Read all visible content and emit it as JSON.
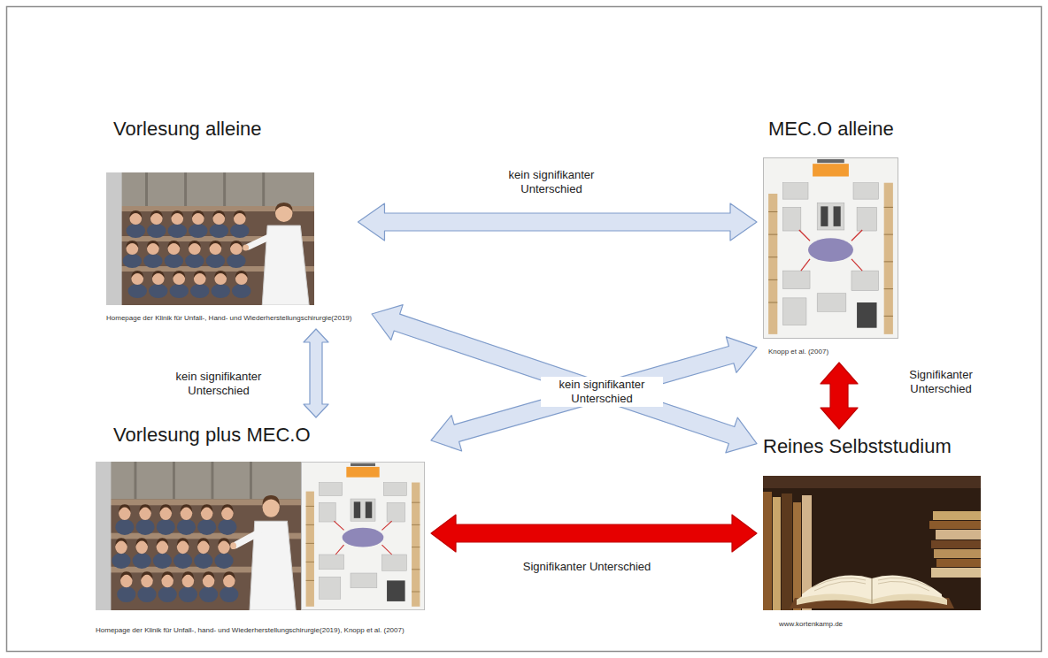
{
  "diagram": {
    "nodes": [
      {
        "text": [
          "Vorlesung alleine",
          "Homepage der Klinik für Unfall-, Hand- und Wiederherstellungschirurgie(2019)"
        ]
      },
      {
        "text": [
          "MEC.O alleine",
          "Knopp et al. (2007)"
        ]
      },
      {
        "text": [
          "Vorlesung plus MEC.O",
          "Homepage der Klinik für Unfall-, hand- und Wiederherstellungschirurgie(2019), Knopp et al. (2007)"
        ]
      },
      {
        "text": [
          "Reines Selbststudium",
          "www.kortenkamp.de"
        ]
      }
    ],
    "edges": [
      {
        "from": 0,
        "to": 1,
        "arrow": "both",
        "label": "kein signifikanter Unterschied"
      },
      {
        "from": 0,
        "to": 2,
        "arrow": "both",
        "label": "kein signifikanter Unterschied"
      },
      {
        "from": 1,
        "to": 3,
        "arrow": "both",
        "label": "Signifikanter Unterschied"
      },
      {
        "from": 2,
        "to": 3,
        "arrow": "both",
        "label": "Signifikanter Unterschied"
      },
      {
        "from": 0,
        "to": 3,
        "arrow": "both",
        "label": "kein signifikanter Unterschied"
      },
      {
        "from": 1,
        "to": 2,
        "arrow": "both"
      }
    ]
  }
}
